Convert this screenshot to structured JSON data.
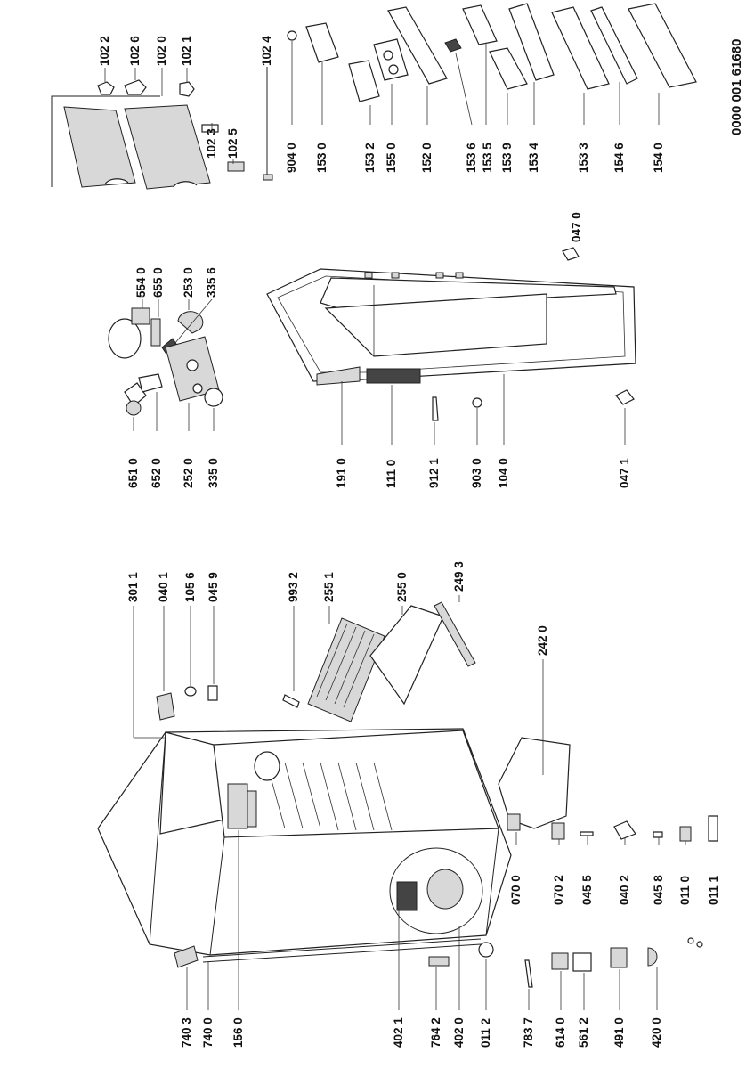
{
  "document_number": "0000 001 61680",
  "top_group": [
    "102 2",
    "102 6",
    "102 0",
    "102 1",
    "102 4",
    "102 3",
    "102 5"
  ],
  "door_group_left": [
    "904 0",
    "153 0",
    "153 2",
    "155 0",
    "152 0",
    "153 6",
    "153 5",
    "153 9",
    "153 4",
    "153 3",
    "154 6",
    "154 0"
  ],
  "lamp_group": [
    "554 0",
    "655 0",
    "253 0",
    "335 6",
    "651 0",
    "652 0",
    "252 0",
    "335 0"
  ],
  "door_group": [
    "191 0",
    "111 0",
    "912 1",
    "903 0",
    "104 0",
    "047 0",
    "047 1"
  ],
  "cabinet_top": [
    "301 1",
    "040 1",
    "105 6",
    "045 9",
    "993 2",
    "255 1",
    "255 0",
    "249 3",
    "242 0"
  ],
  "cabinet_left": [
    "740 3",
    "740 0",
    "156 0",
    "402 1",
    "764 2",
    "402 0",
    "011 2",
    "783 7",
    "614 0",
    "561 2",
    "491 0",
    "420 0"
  ],
  "cabinet_bottom": [
    "070 0",
    "070 2",
    "045 5",
    "040 2",
    "045 8",
    "011 0",
    "011 1"
  ]
}
